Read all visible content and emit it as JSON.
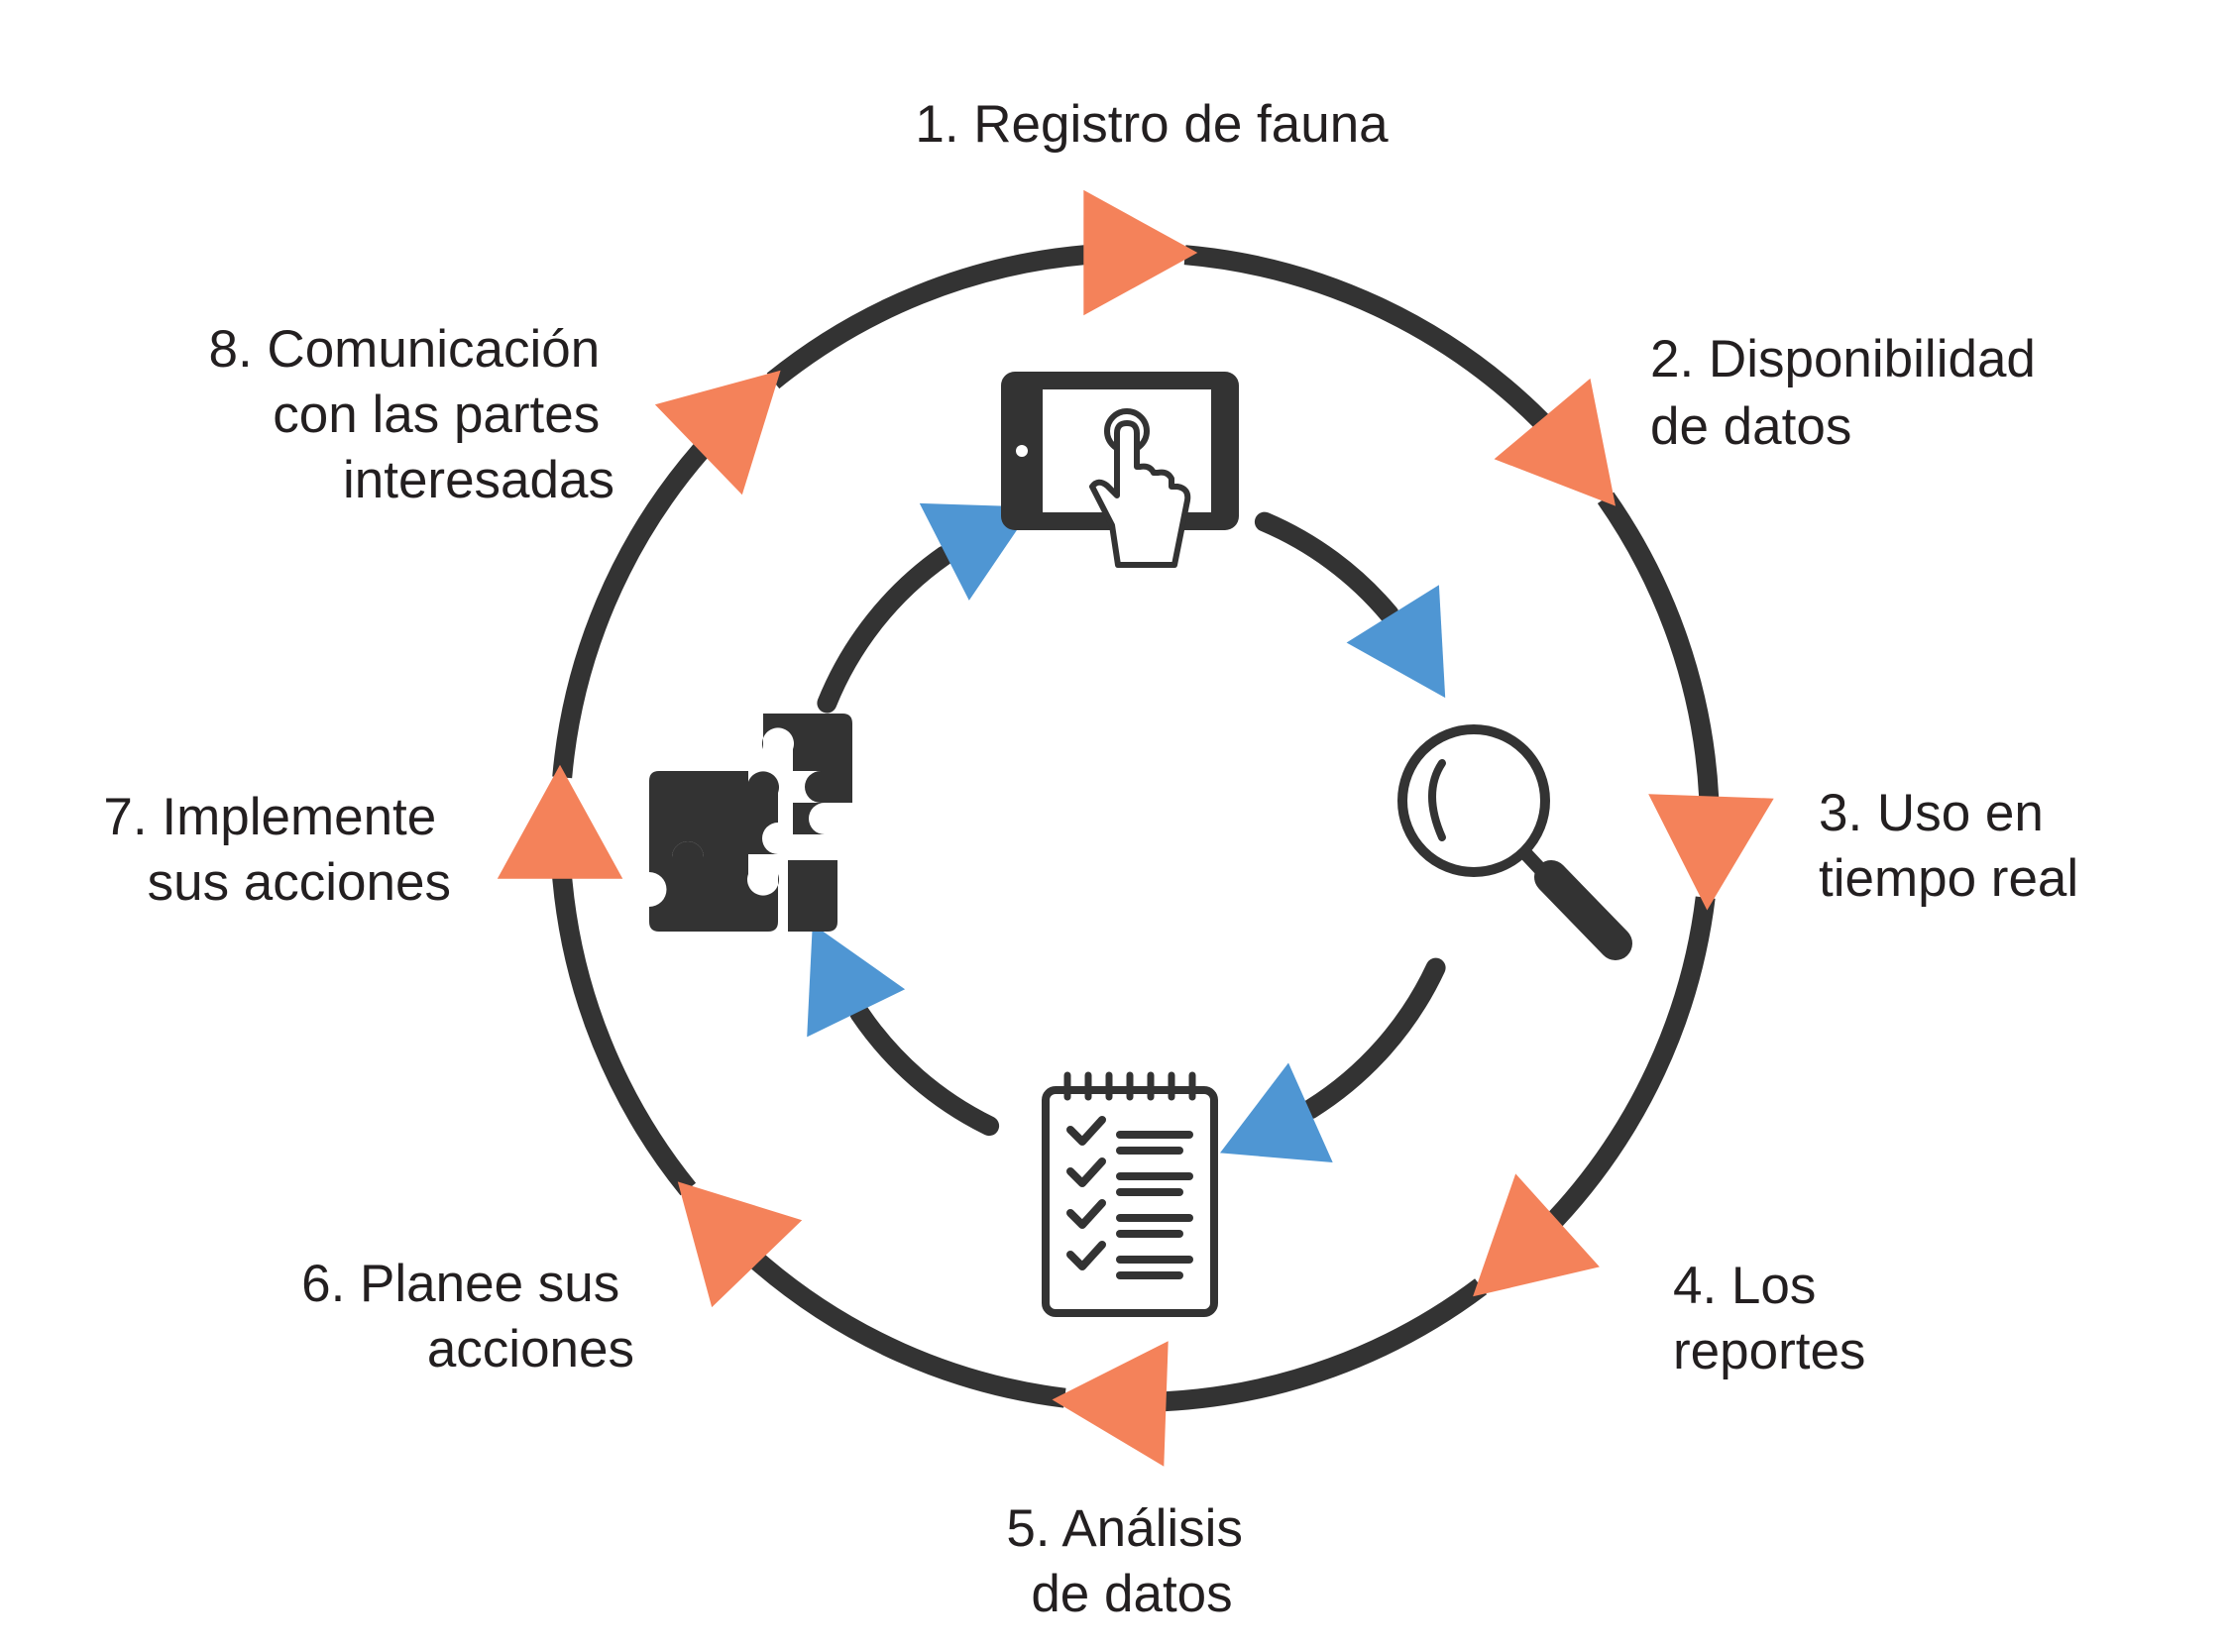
{
  "colors": {
    "ring": "#333333",
    "outer_arrow": "#f4825a",
    "inner_arrow": "#4f96d3",
    "text": "#231f20",
    "background": "#ffffff"
  },
  "steps": [
    {
      "number": "1.",
      "lines": [
        "1. Registro de fauna"
      ]
    },
    {
      "number": "2.",
      "lines": [
        "2.  Disponibilidad",
        "de datos"
      ]
    },
    {
      "number": "3.",
      "lines": [
        "3. Uso en",
        "tiempo real"
      ]
    },
    {
      "number": "4.",
      "lines": [
        "4. Los",
        "reportes"
      ]
    },
    {
      "number": "5.",
      "lines": [
        "5. Análisis",
        "de datos"
      ]
    },
    {
      "number": "6.",
      "lines": [
        "6. Planee sus",
        "acciones"
      ]
    },
    {
      "number": "7.",
      "lines": [
        "7. Implemente",
        "sus acciones"
      ]
    },
    {
      "number": "8.",
      "lines": [
        "8. Comunicación",
        "con las partes",
        "interesadas"
      ]
    }
  ],
  "icons": [
    "tablet-touch-icon",
    "magnifier-icon",
    "checklist-icon",
    "puzzle-icon"
  ]
}
